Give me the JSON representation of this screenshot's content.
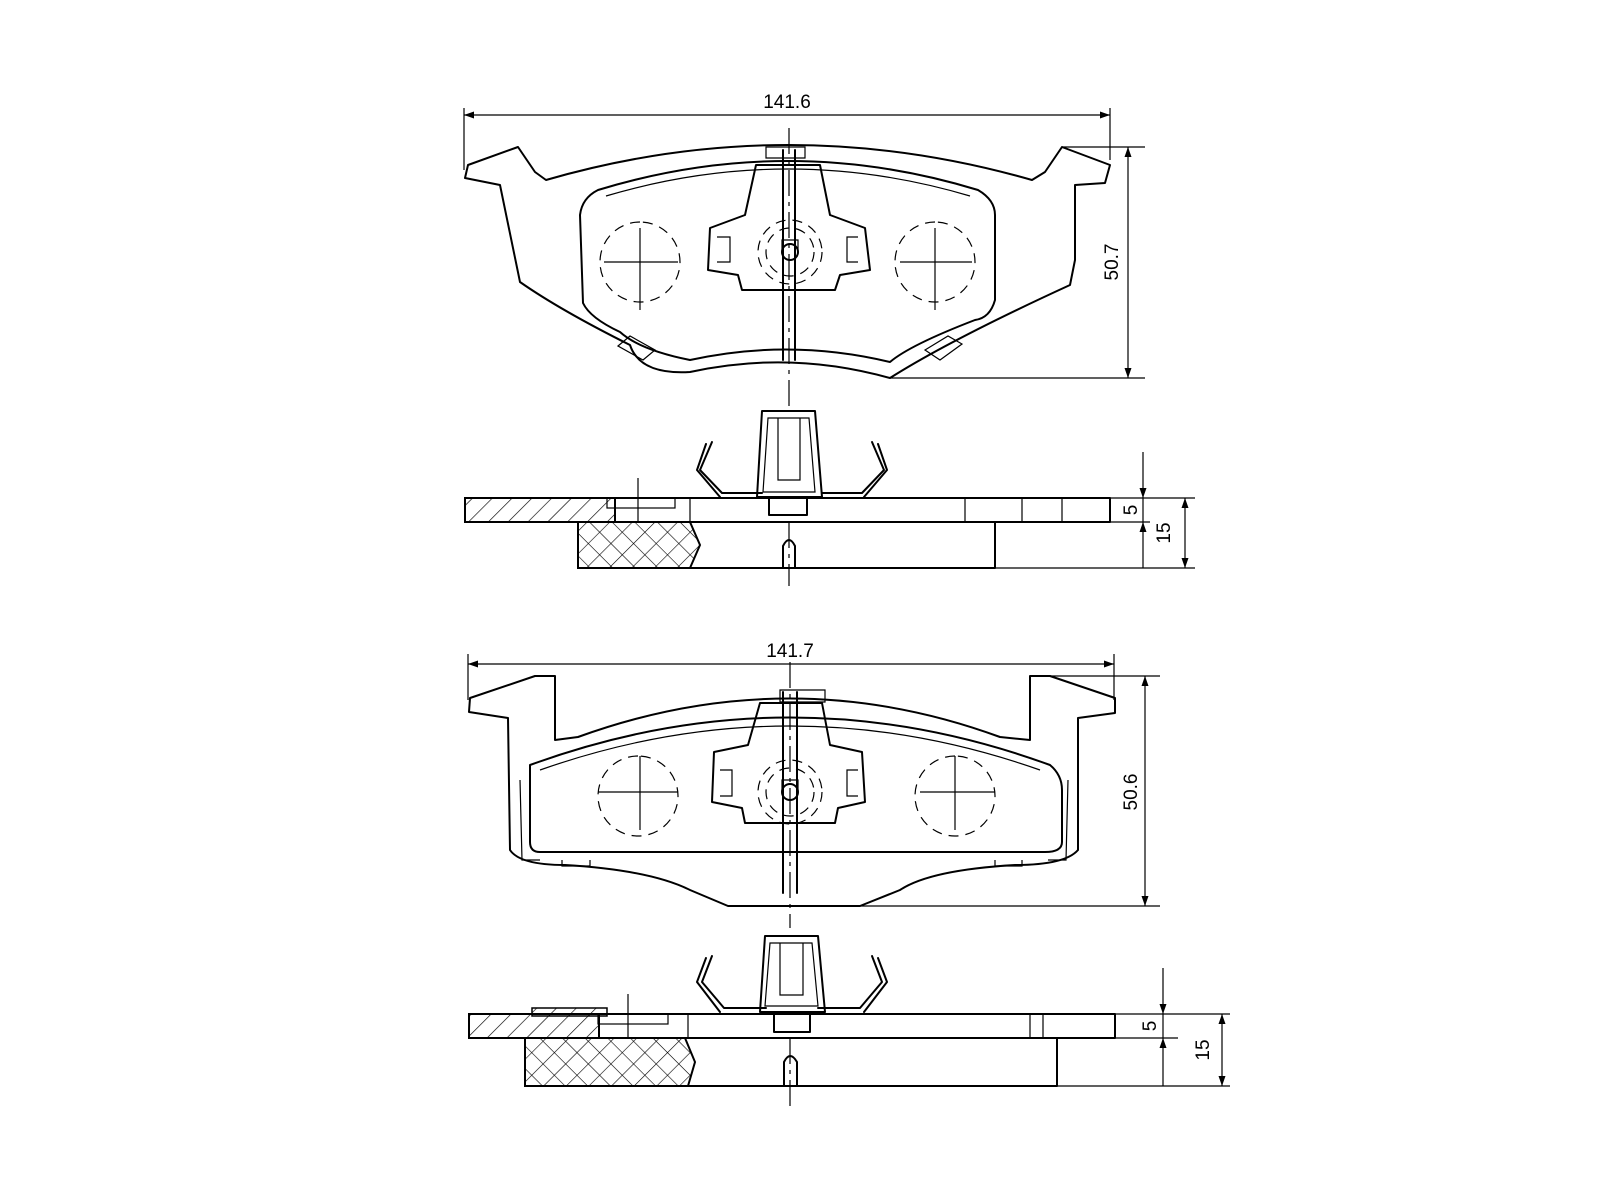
{
  "dimensions": {
    "top_width": "141.6",
    "top_height": "50.7",
    "top_plate": "5",
    "top_total": "15",
    "bottom_width": "141.7",
    "bottom_height": "50.6",
    "bottom_plate": "5",
    "bottom_total": "15"
  }
}
